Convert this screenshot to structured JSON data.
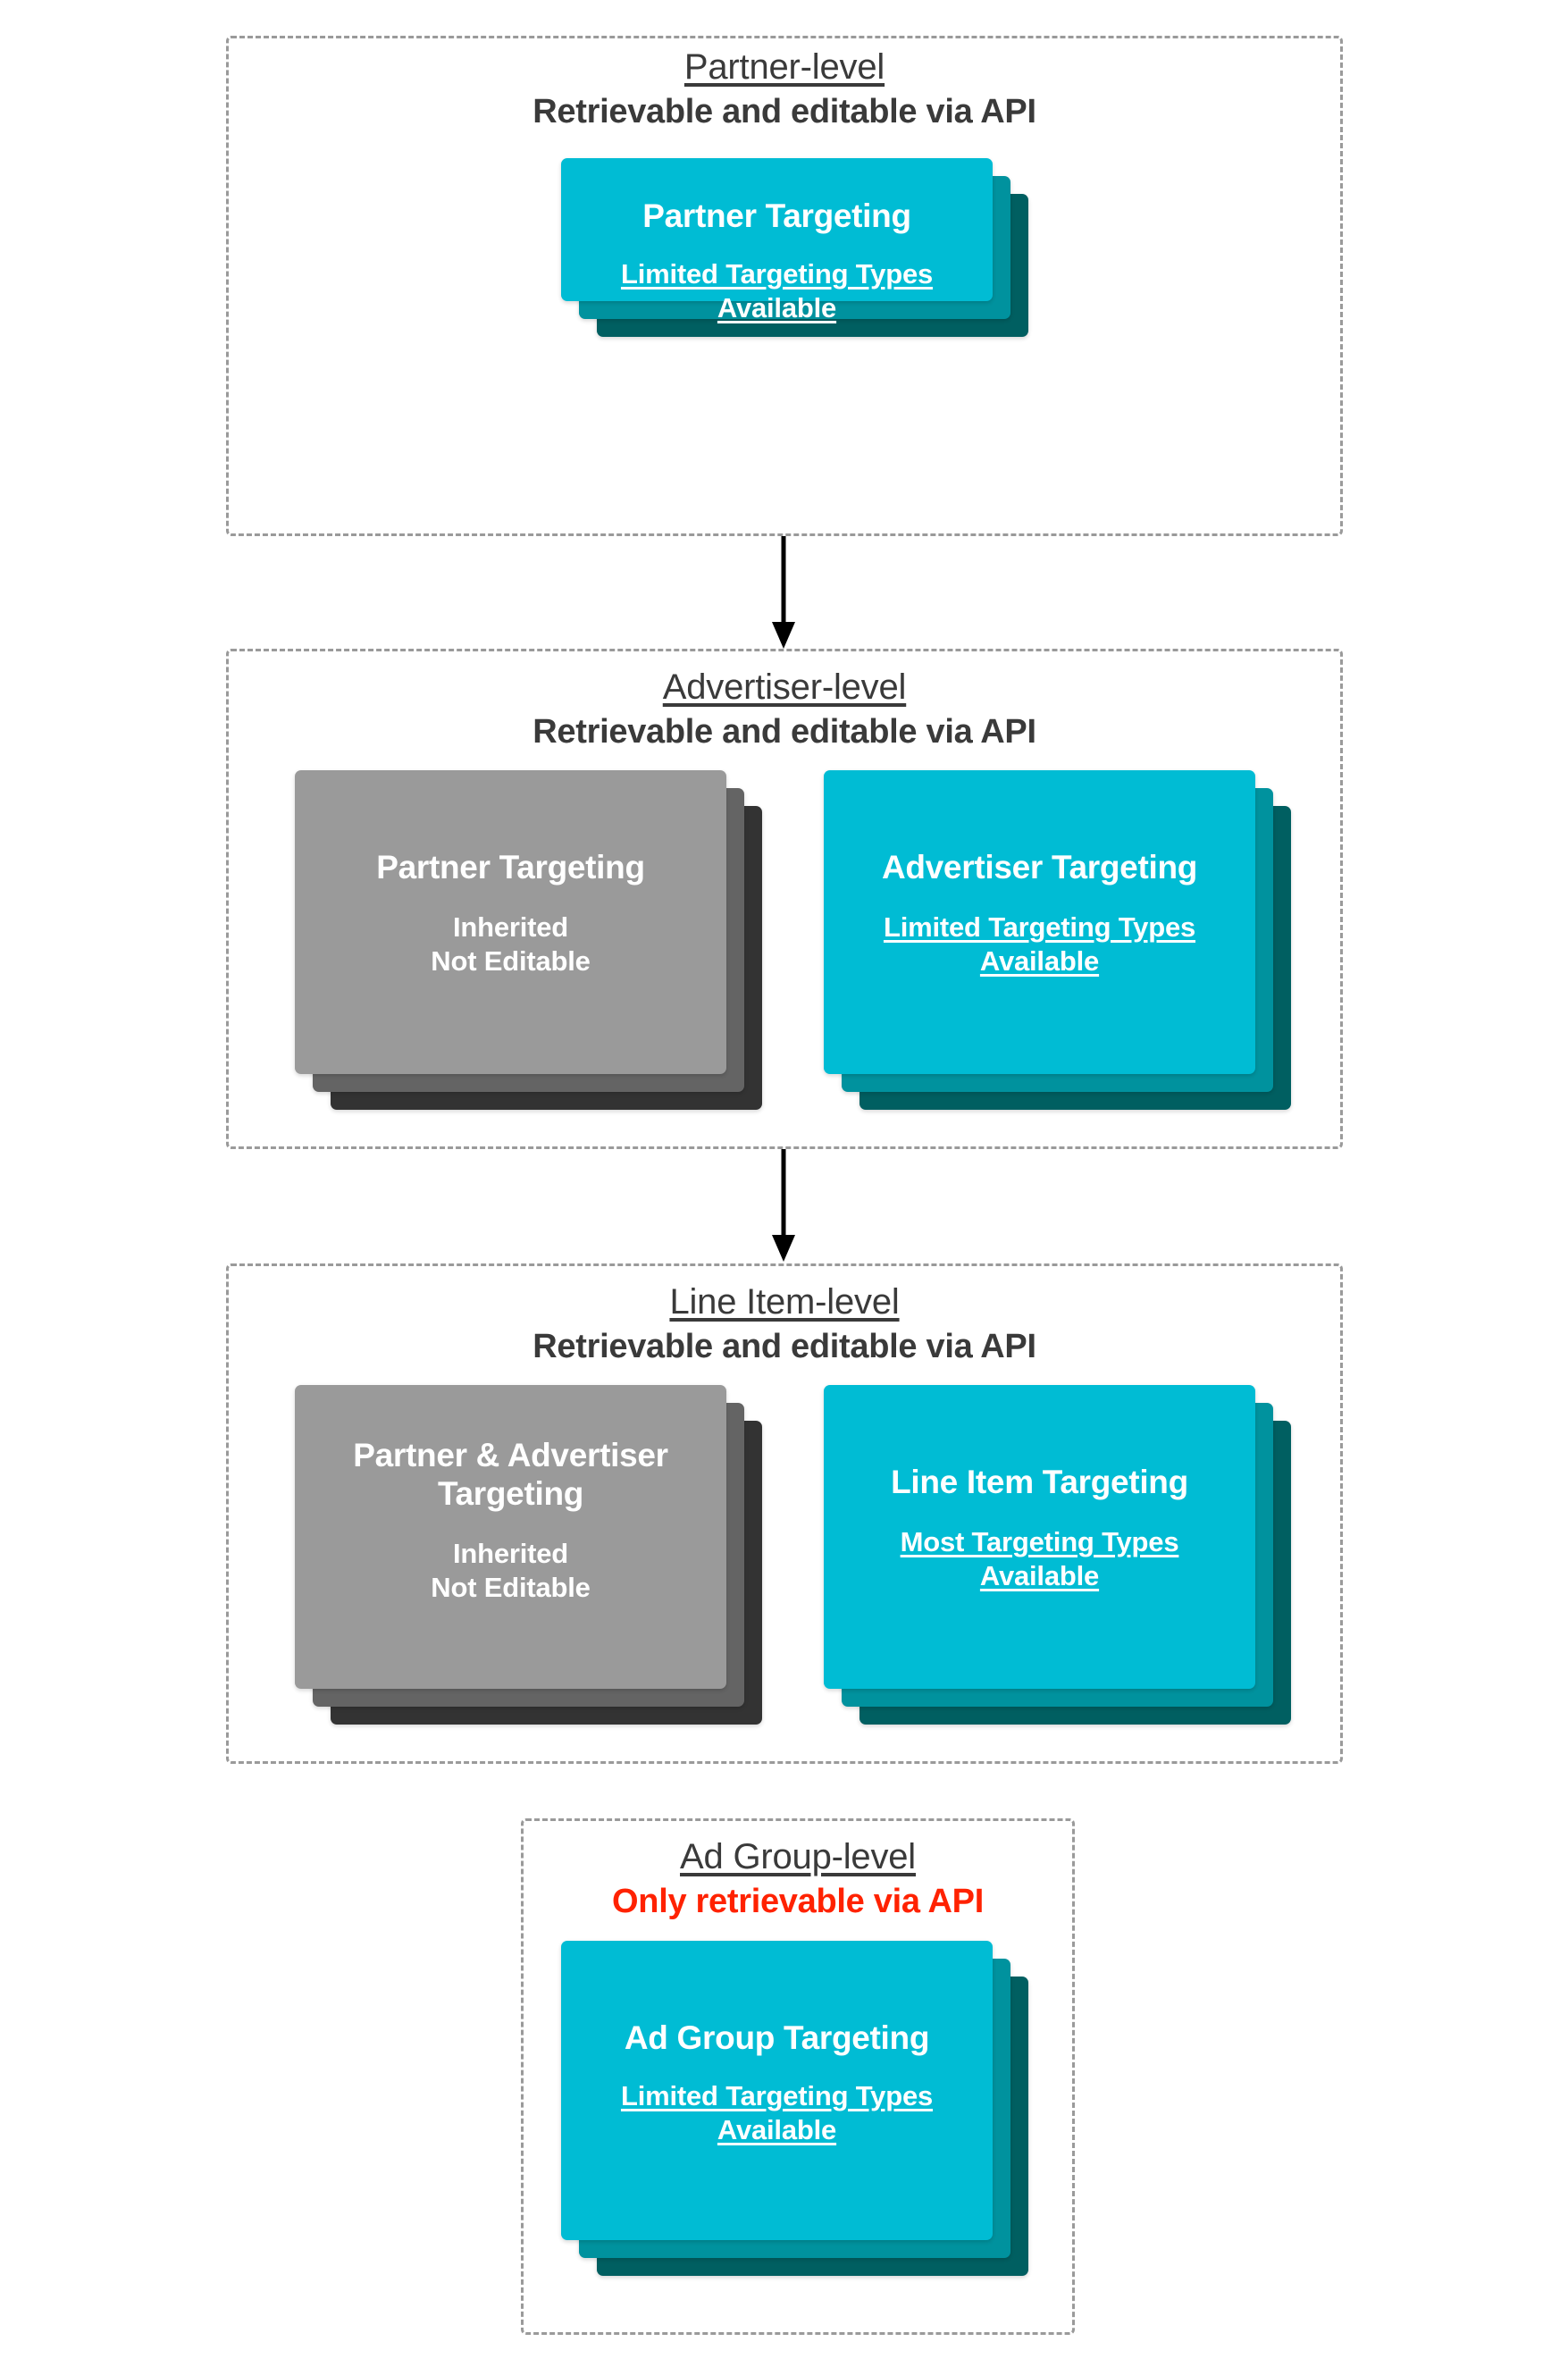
{
  "diagram": {
    "title_semantic": "targeting-inheritance-hierarchy",
    "colors": {
      "card_cyan": "#00bcd4",
      "card_teal_mid": "#00929e",
      "card_teal_dark": "#005f61",
      "card_gray_light": "#9a9a9a",
      "card_gray_mid": "#646464",
      "card_gray_dark": "#333333",
      "box_border": "#9a9a9a",
      "heading_text": "#3a3a3a",
      "danger_text": "#ff2200",
      "card_text": "#ffffff",
      "arrow": "#000000"
    },
    "levels": [
      {
        "name": "Partner-level",
        "access": "Retrievable and editable via API",
        "access_is_danger": false,
        "cards": [
          {
            "kind": "editable",
            "title": "Partner Targeting",
            "subtitle": "Limited Targeting Types Available",
            "subtitle_underlined": true
          }
        ]
      },
      {
        "name": "Advertiser-level",
        "access": "Retrievable and editable via API",
        "access_is_danger": false,
        "cards": [
          {
            "kind": "inherited",
            "title": "Partner Targeting",
            "subtitle": "Inherited\nNot Editable",
            "subtitle_underlined": false
          },
          {
            "kind": "editable",
            "title": "Advertiser Targeting",
            "subtitle": "Limited Targeting Types Available",
            "subtitle_underlined": true
          }
        ]
      },
      {
        "name": "Line Item-level",
        "access": "Retrievable and editable via API",
        "access_is_danger": false,
        "cards": [
          {
            "kind": "inherited",
            "title": "Partner & Advertiser Targeting",
            "subtitle": "Inherited\nNot Editable",
            "subtitle_underlined": false
          },
          {
            "kind": "editable",
            "title": "Line Item Targeting",
            "subtitle": "Most Targeting Types Available",
            "subtitle_underlined": true
          }
        ]
      },
      {
        "name": "Ad Group-level",
        "access": "Only retrievable via API",
        "access_is_danger": true,
        "cards": [
          {
            "kind": "editable",
            "title": "Ad Group Targeting",
            "subtitle": "Limited Targeting Types Available",
            "subtitle_underlined": true
          }
        ]
      }
    ],
    "connectors": [
      {
        "name": "arrow-partner-to-advertiser"
      },
      {
        "name": "arrow-advertiser-to-line-item"
      }
    ]
  }
}
